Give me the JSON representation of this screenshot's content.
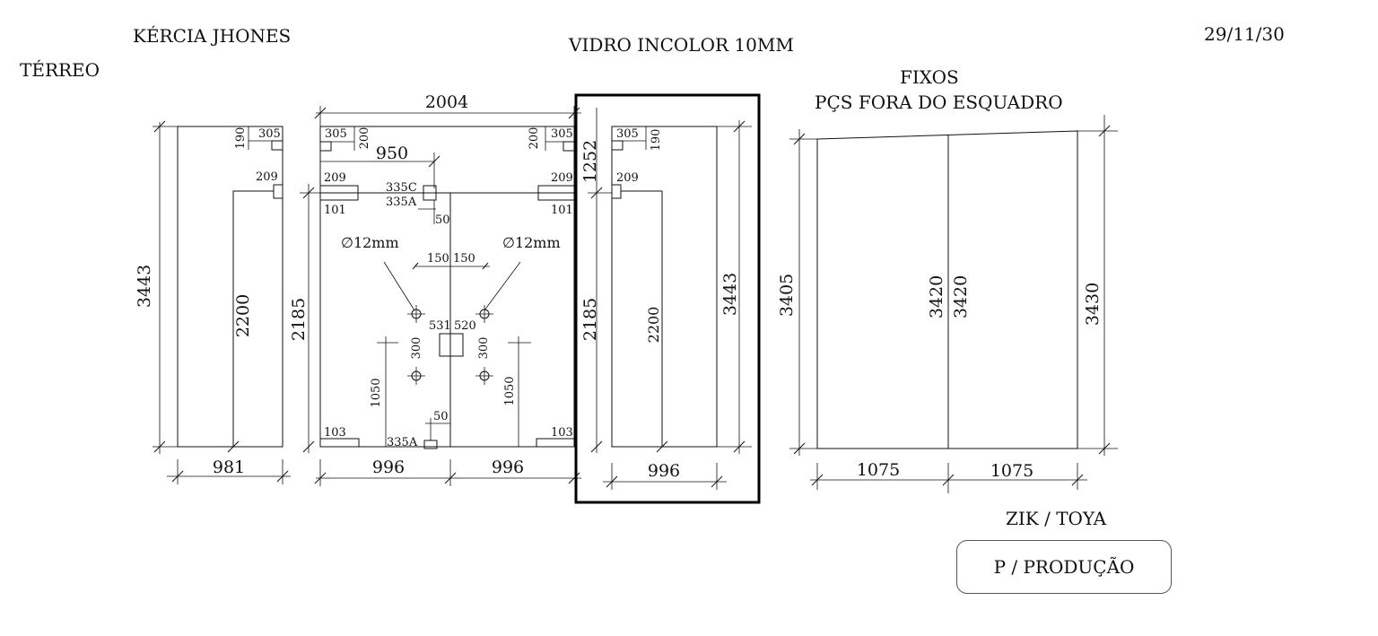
{
  "header": {
    "client": "KÉRCIA JHONES",
    "floor": "TÉRREO",
    "material": "VIDRO INCOLOR 10MM",
    "date": "29/11/30",
    "fixos": "FIXOS",
    "fora": "PÇS FORA DO ESQUADRO",
    "zik": "ZIK / TOYA",
    "producao": "P / PRODUÇÃO"
  },
  "panel1": {
    "height": "3443",
    "inner_h": "2200",
    "width": "981",
    "notch_w": "305",
    "notch_h": "190",
    "hinge": "209"
  },
  "panel2": {
    "total_w": "2004",
    "notch_w_l": "305",
    "notch_h_l": "200",
    "notch_w_r": "305",
    "notch_h_r": "200",
    "dist_950": "950",
    "hole_top_l": "209",
    "hole_top_r": "209",
    "hole_bot_l": "101",
    "hole_bot_r": "101",
    "lock_c": "335C",
    "lock_a": "335A",
    "off_50_top": "50",
    "dia_l": "∅12mm",
    "dia_r": "∅12mm",
    "s150_l": "150",
    "s150_r": "150",
    "h2185": "2185",
    "d531": "531",
    "d520": "520",
    "v300_l": "300",
    "v300_r": "300",
    "v1050_l": "1050",
    "v1050_r": "1050",
    "b103_l": "103",
    "b103_r": "103",
    "lock_a_bot": "335A",
    "off_50_bot": "50",
    "w996_l": "996",
    "w996_r": "996"
  },
  "panel3": {
    "top_1252": "1252",
    "height_2185": "2185",
    "notch_w": "305",
    "notch_h": "190",
    "hinge": "209",
    "inner_h": "2200",
    "height": "3443",
    "width": "996"
  },
  "panel4": {
    "h_left": "3405",
    "h_mid_l": "3420",
    "h_mid_r": "3420",
    "h_right": "3430",
    "w_l": "1075",
    "w_r": "1075"
  }
}
